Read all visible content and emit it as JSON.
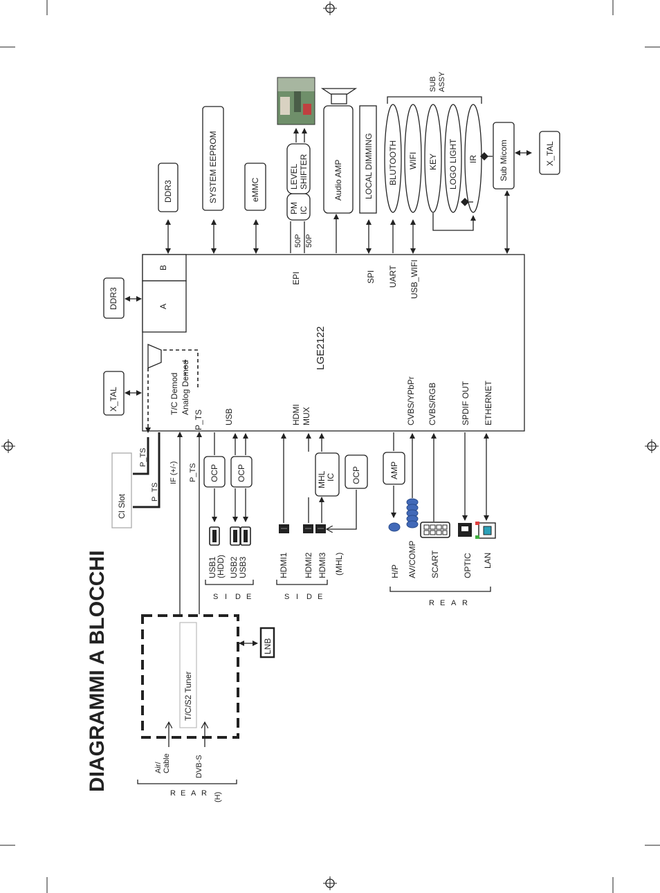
{
  "title": "DIAGRAMMI A BLOCCHI",
  "main_chip": "LGE2122",
  "chip_parts": {
    "a": "A",
    "b": "B",
    "tc_demod": "T/C  Demod",
    "analog_demod": "Analog Demod"
  },
  "chip_ports": {
    "epi": "EPI",
    "spi": "SPI",
    "uart": "UART",
    "usb_wifi": "USB_WIFI",
    "p_ts": "P_TS",
    "usb": "USB",
    "hdmi_mux": "HDMI MUX",
    "cvbs_ypbpr": "CVBS/YPbPr",
    "cvbs_rgb": "CVBS/RGB",
    "spdif_out": "SPDIF OUT",
    "ethernet": "ETHERNET"
  },
  "top_blocks": {
    "ddr3": "DDR3",
    "system_eeprom": "SYSTEM EEPROM",
    "emmc": "eMMC",
    "pm_ic": "PM IC",
    "level_shifter": "LEVEL SHIFTER",
    "audio_amp": "Audio AMP",
    "local_dimming": "LOCAL  DIMMING",
    "p50a": "50P",
    "p50b": "50P"
  },
  "sub_assy": {
    "label": "SUB ASSY",
    "items": [
      "BLUTOOTH",
      "WIFI",
      "KEY",
      "LOGO LIGHT",
      "IR"
    ],
    "sub_micom": "Sub Micom",
    "x_tal": "X_TAL"
  },
  "left_blocks": {
    "ddr3": "DDR3",
    "x_tal": "X_TAL",
    "ci_slot": "CI Slot",
    "p_ts_1": "P_TS",
    "p_ts_2": "P_TS",
    "p_ts_3": "P_TS",
    "if": "IF (+/-)"
  },
  "tuner": {
    "name": "T/C/S2  Tuner",
    "lnb": "LNB",
    "air_cable": "Air/ Cable",
    "dvb_s": "DVB-S",
    "rear_h": "R E A R (H)"
  },
  "usb_section": {
    "ocp1": "OCP",
    "ocp2": "OCP",
    "usb1": "USB1 (HDD)",
    "usb23": "USB2 USB3",
    "side": "S I D E"
  },
  "hdmi_section": {
    "mhl_ic": "MHL IC",
    "ocp": "OCP",
    "hdmi1": "HDMI1",
    "hdmi2": "HDMI2",
    "hdmi3": "HDMI3",
    "mhl": "(MHL)",
    "side": "S I D E"
  },
  "rear_section": {
    "amp": "AMP",
    "hp": "H/P",
    "av_comp": "AV/COMP",
    "scart": "SCART",
    "optic": "OPTIC",
    "lan": "LAN",
    "rear": "R E A R"
  }
}
